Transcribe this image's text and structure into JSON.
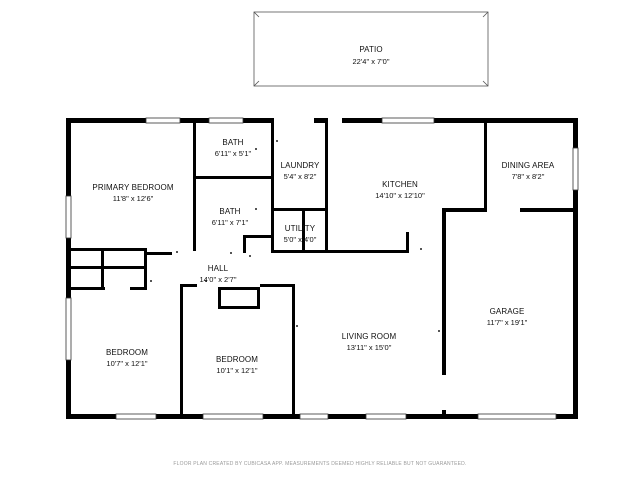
{
  "rooms": {
    "patio": {
      "name": "PATIO",
      "dims": "22'4\" x 7'0\""
    },
    "bath_upper": {
      "name": "BATH",
      "dims": "6'11\" x 5'1\""
    },
    "laundry": {
      "name": "LAUNDRY",
      "dims": "5'4\" x 8'2\""
    },
    "primary_bedroom": {
      "name": "PRIMARY BEDROOM",
      "dims": "11'8\" x 12'6\""
    },
    "kitchen": {
      "name": "KITCHEN",
      "dims": "14'10\" x 12'10\""
    },
    "dining_area": {
      "name": "DINING AREA",
      "dims": "7'8\" x 8'2\""
    },
    "bath_lower": {
      "name": "BATH",
      "dims": "6'11\" x 7'1\""
    },
    "utility": {
      "name": "UTILITY",
      "dims": "5'0\" x 4'0\""
    },
    "hall": {
      "name": "HALL",
      "dims": "14'0\" x 2'7\""
    },
    "garage": {
      "name": "GARAGE",
      "dims": "11'7\" x 19'1\""
    },
    "living_room": {
      "name": "LIVING ROOM",
      "dims": "13'11\" x 15'0\""
    },
    "bedroom_1": {
      "name": "BEDROOM",
      "dims": "10'7\" x 12'1\""
    },
    "bedroom_2": {
      "name": "BEDROOM",
      "dims": "10'1\" x 12'1\""
    }
  },
  "footer": "FLOOR PLAN CREATED BY CUBICASA APP. MEASUREMENTS DEEMED HIGHLY RELIABLE BUT NOT GUARANTEED."
}
